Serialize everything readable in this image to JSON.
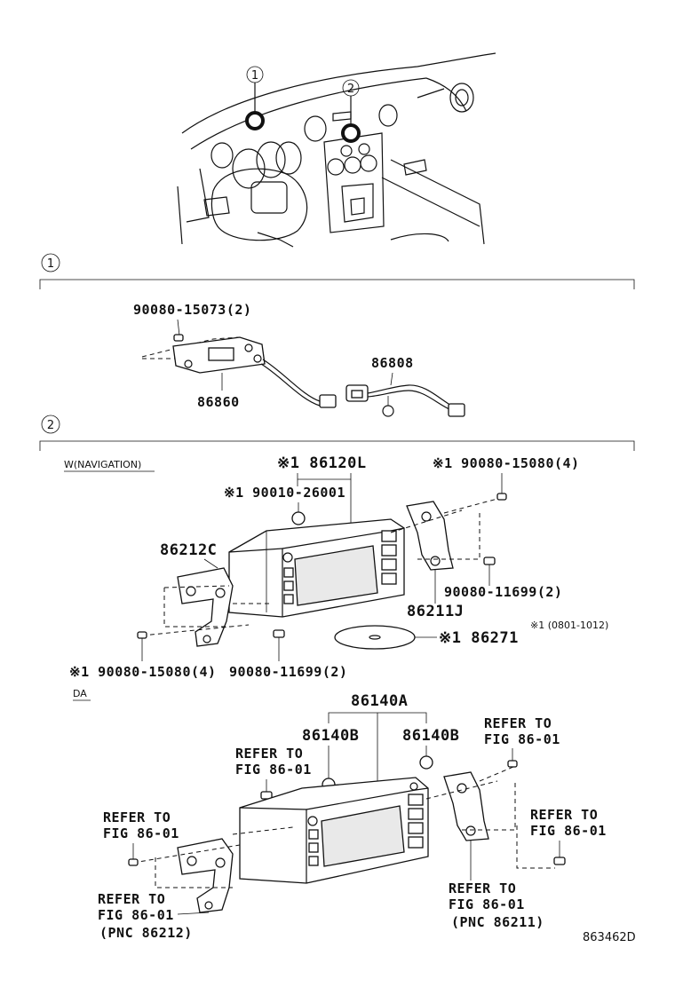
{
  "overview": {
    "callout_1": "1",
    "callout_2": "2"
  },
  "section1": {
    "number": "1",
    "labels": {
      "bolt": "90080-15073(2)",
      "part_86860": "86860",
      "part_86808": "86808"
    }
  },
  "section2": {
    "number": "2",
    "variant_navigation": "W(NAVIGATION)",
    "variant_da": "DA",
    "nav_labels": {
      "unit": "※1 86120L",
      "cap": "※1 90010-26001",
      "bolt_top_right": "※1 90080-15080(4)",
      "bracket_left": "86212C",
      "screw_right": "90080-11699(2)",
      "bracket_right": "86211J",
      "date_note": "※1 (0801-1012)",
      "disc": "※1 86271",
      "bolt_bottom_left": "※1 90080-15080(4)",
      "screw_bottom": "90080-11699(2)"
    },
    "da_labels": {
      "unit": "86140A",
      "cap_left": "86140B",
      "cap_right": "86140B",
      "refer_top_center": [
        "REFER TO",
        "FIG 86-01"
      ],
      "refer_top_right": [
        "REFER TO",
        "FIG 86-01"
      ],
      "refer_left": [
        "REFER TO",
        "FIG 86-01"
      ],
      "refer_right": [
        "REFER TO",
        "FIG 86-01"
      ],
      "refer_bottom_left": [
        "REFER TO",
        "FIG 86-01"
      ],
      "pnc_left": "(PNC 86212)",
      "refer_bottom_right": [
        "REFER TO",
        "FIG 86-01"
      ],
      "pnc_right": "(PNC 86211)"
    }
  },
  "drawing_number": "863462D"
}
